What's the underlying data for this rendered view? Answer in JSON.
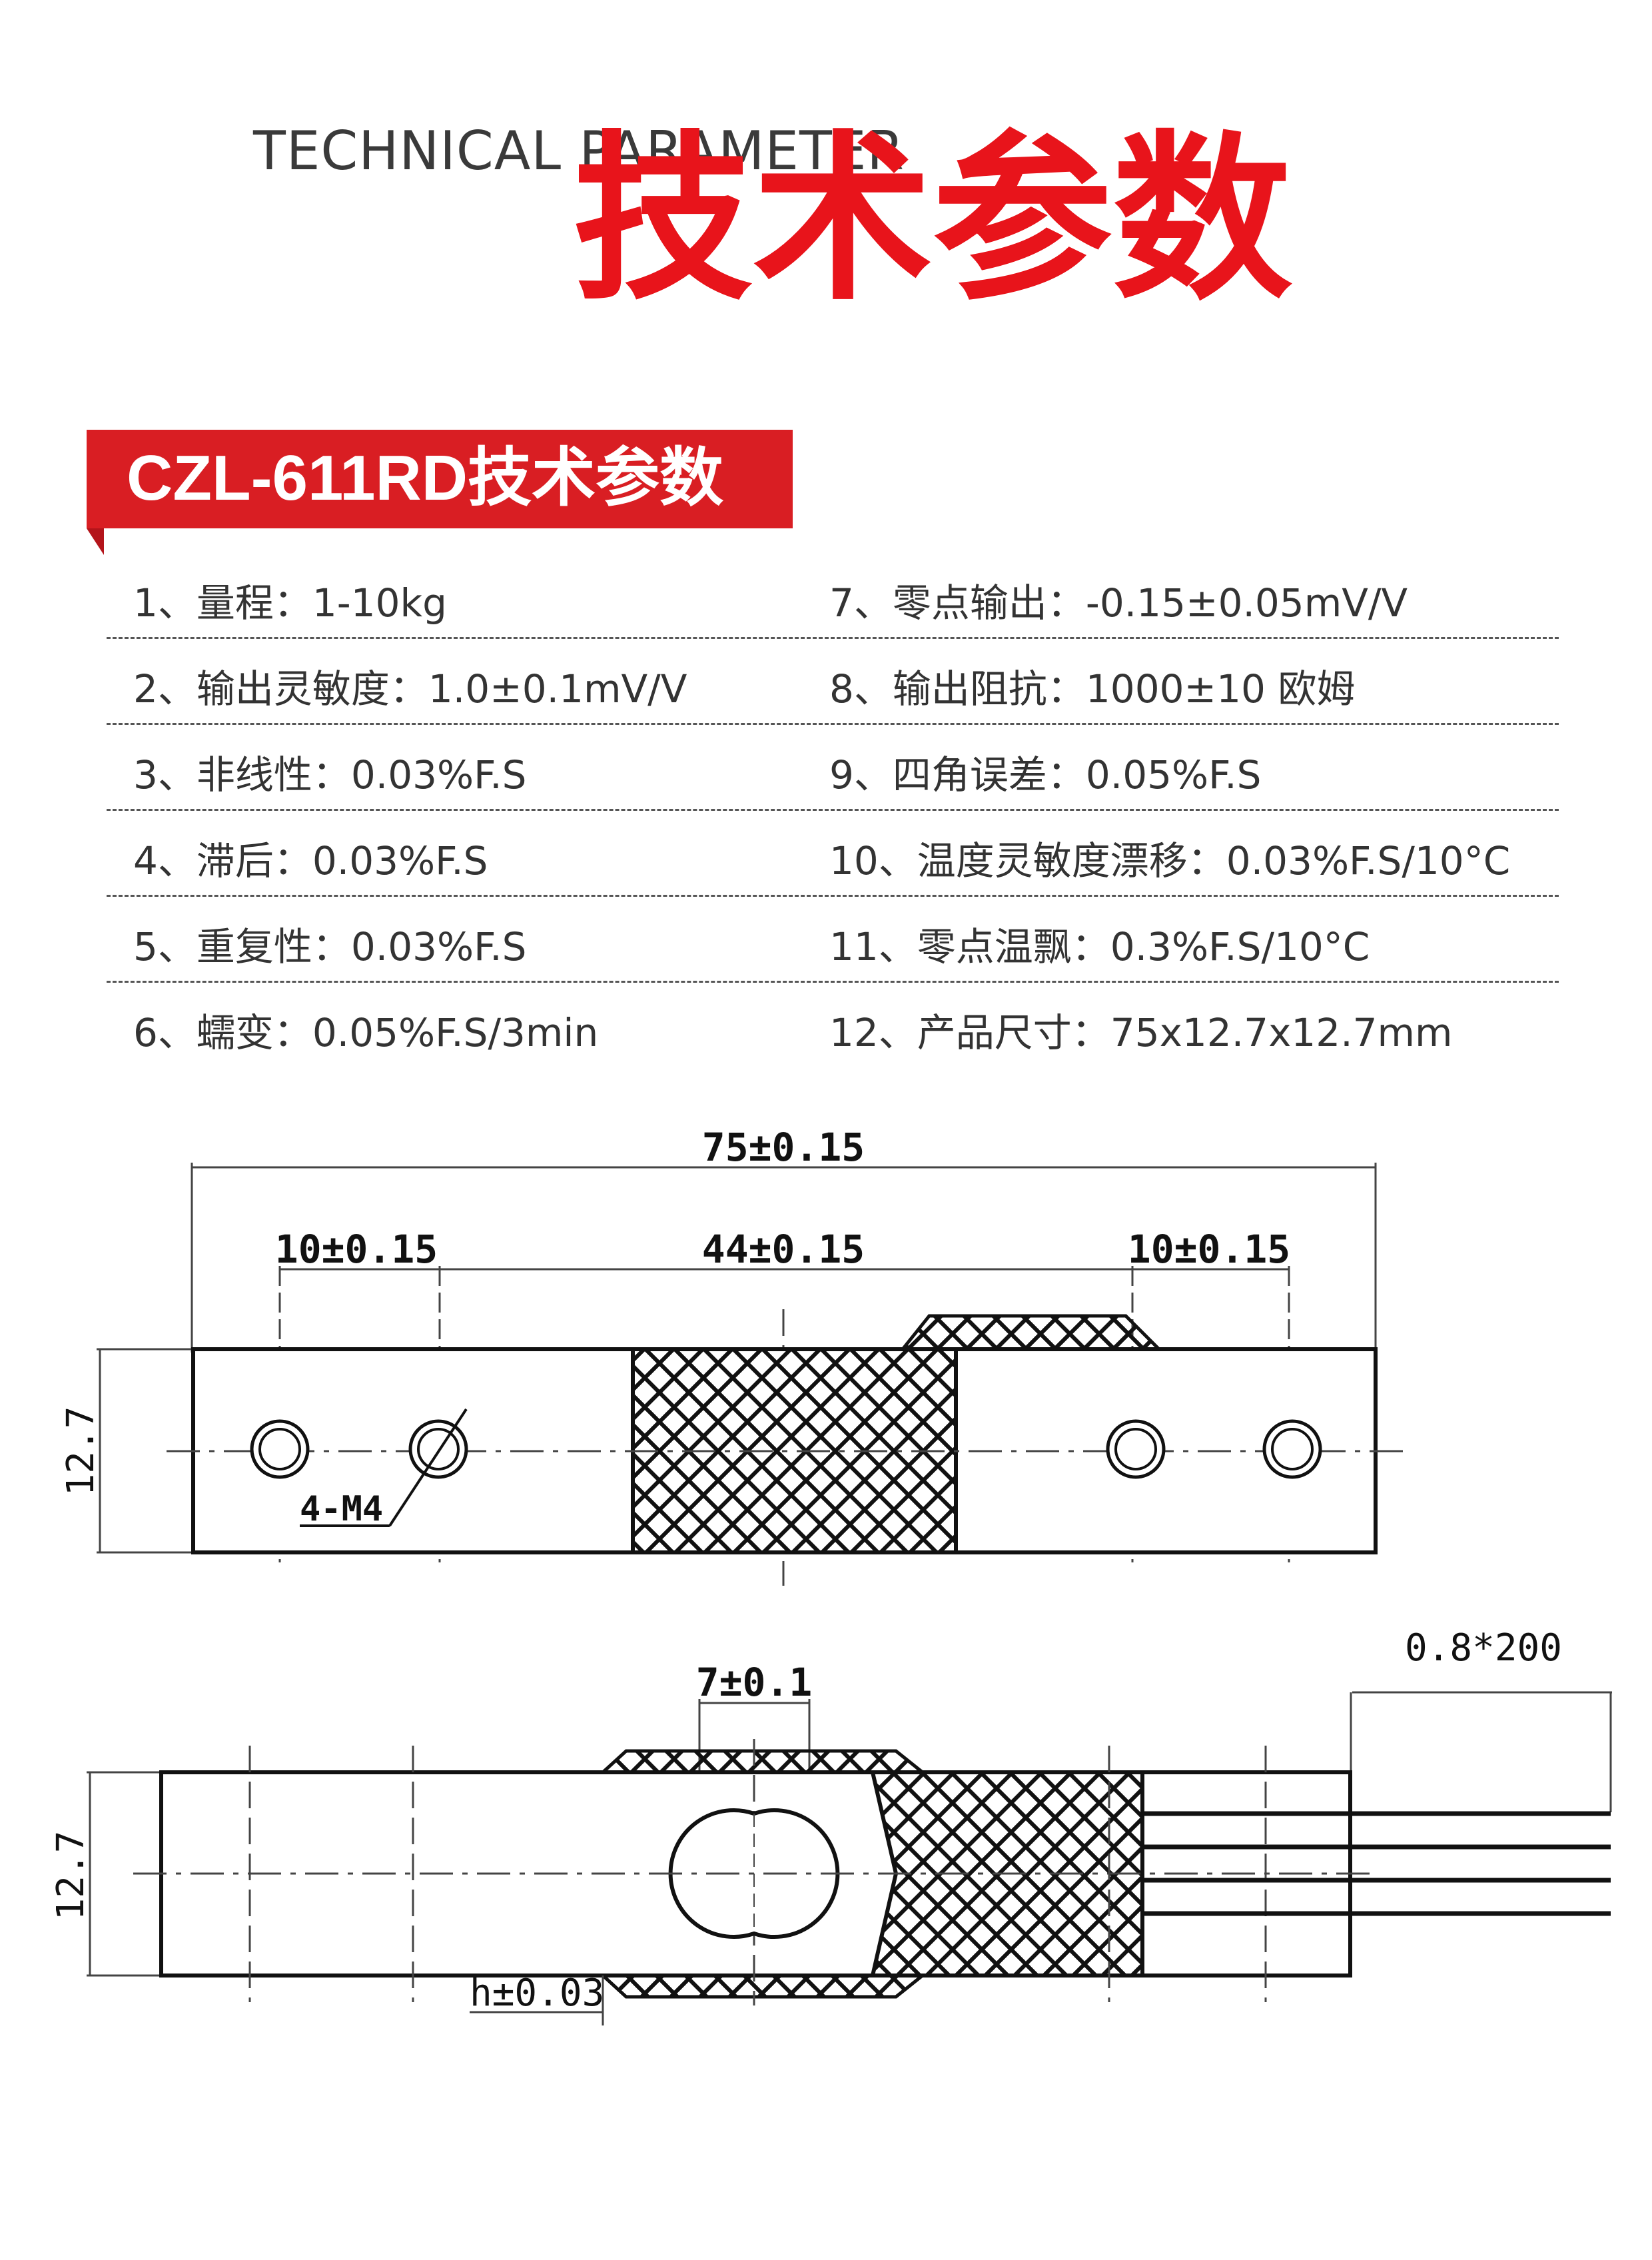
{
  "header": {
    "english": "TECHNICAL PARAMETER",
    "chinese": "技术参数"
  },
  "banner": {
    "title": "CZL-611RD技术参数"
  },
  "params": {
    "left": [
      "1、量程：1-10kg",
      "2、输出灵敏度：1.0±0.1mV/V",
      "3、非线性：0.03%F.S",
      "4、滞后：0.03%F.S",
      "5、重复性：0.03%F.S",
      "6、蠕变：0.05%F.S/3min"
    ],
    "right": [
      "7、零点输出：-0.15±0.05mV/V",
      "8、输出阻抗：1000±10 欧姆",
      "9、四角误差：0.05%F.S",
      "10、温度灵敏度漂移：0.03%F.S/10°C",
      "11、零点温飘：0.3%F.S/10°C",
      "12、产品尺寸：75x12.7x12.7mm"
    ]
  },
  "drawing": {
    "top_view": {
      "overall_length": "75±0.15",
      "hole_pitch_left": "10±0.15",
      "center_span": "44±0.15",
      "hole_pitch_right": "10±0.15",
      "height": "12.7",
      "hole_label": "4-M4"
    },
    "side_view": {
      "gauge_width": "7±0.1",
      "height": "12.7",
      "web_thickness": "h±0.03",
      "cable": "0.8*200"
    }
  },
  "colors": {
    "accent": "#e8141b",
    "banner": "#d91e23",
    "text": "#333333"
  }
}
